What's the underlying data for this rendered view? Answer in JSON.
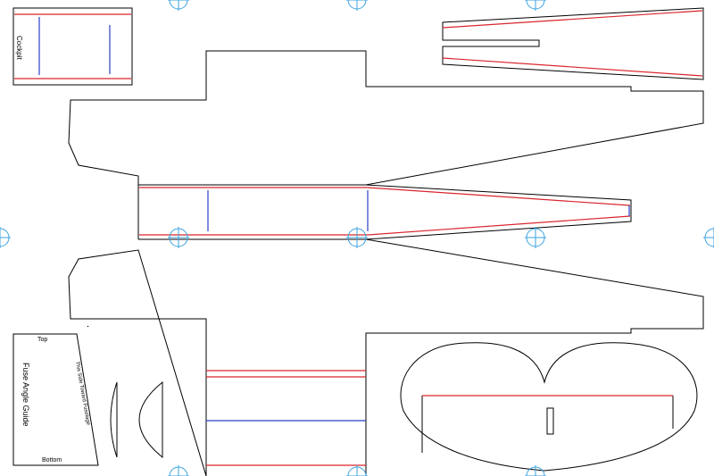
{
  "labels": {
    "cockpit": "Cockpit",
    "top": "Top",
    "bottom": "Bottom",
    "guide": "Fuse Angle Guide",
    "toward": "This Side Toward Fuselage"
  },
  "colors": {
    "outline": "#000000",
    "cut_line": "#d9252b",
    "fold_line": "#2a3fc8",
    "registration": "#3aa3e0"
  },
  "icons": [
    "registration-crosshair-icon"
  ]
}
